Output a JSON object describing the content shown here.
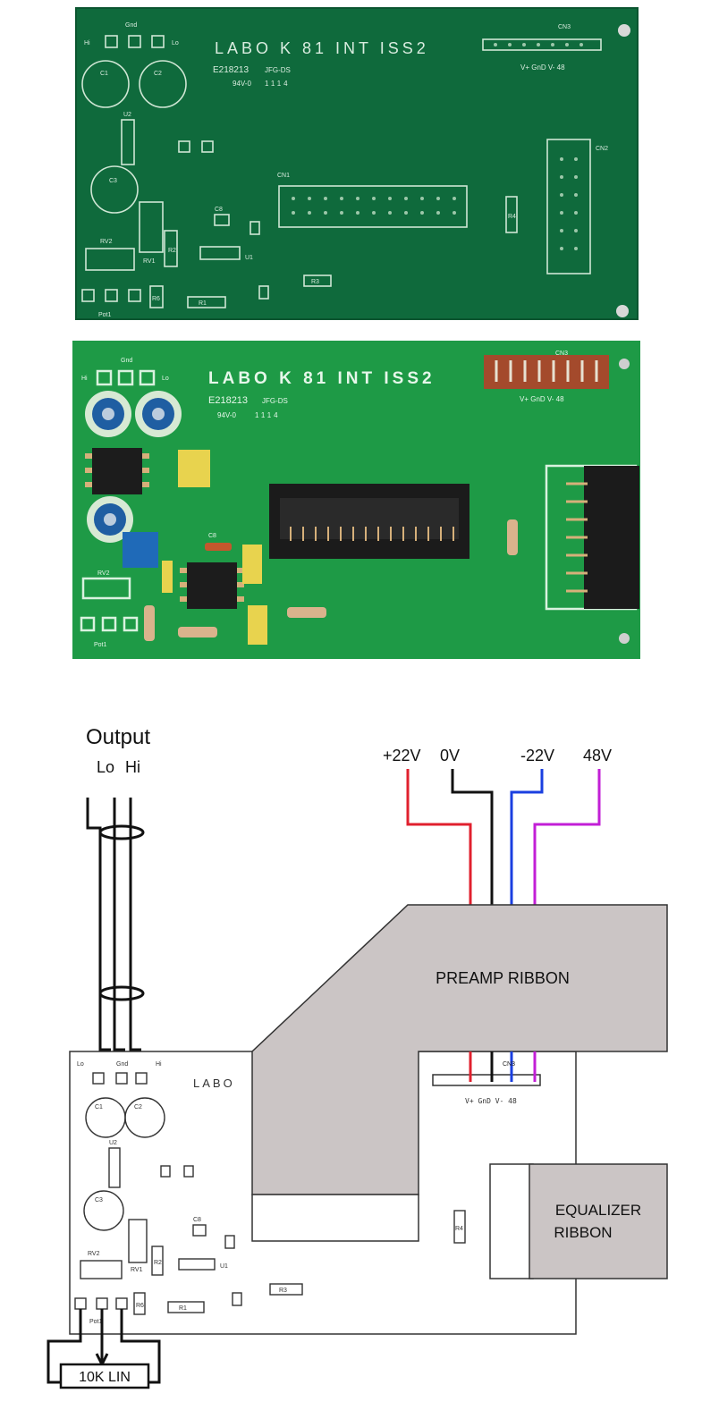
{
  "pcb_bare": {
    "title": "LABO K 81 INT ISS2",
    "code": "E218213",
    "code_suffix": "JFG-DS",
    "ul_mark": "94V-0",
    "date_code": "1114",
    "labels": {
      "gnd": "Gnd",
      "hi": "Hi",
      "lo": "Lo",
      "c1": "C1",
      "c2": "C2",
      "c3": "C3",
      "c8": "C8",
      "u1": "U1",
      "u2": "U2",
      "rv1": "RV1",
      "rv2": "RV2",
      "r1": "R1",
      "r2": "R2",
      "r3": "R3",
      "r4": "R4",
      "r6": "R6",
      "cn1": "CN1",
      "cn2": "CN2",
      "cn3": "CN3",
      "cn3_pins": "V+ GnD V-  48",
      "pot": "Pot1"
    }
  },
  "pcb_populated": {
    "title": "LABO K 81 INT ISS2",
    "code": "E218213",
    "code_suffix": "JFG-DS",
    "ul_mark": "94V-0",
    "date_code": "1114",
    "cn3_label": "CN3",
    "cn3_pins": "V+ GnD V- 48",
    "gnd": "Gnd",
    "hi": "Hi",
    "lo": "Lo",
    "rv2": "RV2",
    "c8": "C8",
    "pot": "Pot1"
  },
  "wiring": {
    "output_title": "Output",
    "output_lo": "Lo",
    "output_hi": "Hi",
    "supply_labels": [
      "+22V",
      "0V",
      "-22V",
      "48V"
    ],
    "preamp_ribbon": "PREAMP RIBBON",
    "equalizer_ribbon_line1": "EQUALIZER",
    "equalizer_ribbon_line2": "RIBBON",
    "pot_label": "10K LIN",
    "board": {
      "lo": "Lo",
      "gnd": "Gnd",
      "hi": "Hi",
      "title": "LABO",
      "cn3": "CN3",
      "cn3_pins": "V+  GnD  V-    48",
      "c1": "C1",
      "c2": "C2",
      "c3": "C3",
      "c8": "C8",
      "u1": "U1",
      "u2": "U2",
      "rv1": "RV1",
      "rv2": "RV2",
      "r1": "R1",
      "r2": "R2",
      "r3": "R3",
      "r4": "R4",
      "r6": "R6",
      "pot": "Pot1"
    },
    "colors": {
      "p22": "#e0202e",
      "zero": "#111111",
      "m22": "#1a3fe0",
      "v48": "#c21fd6",
      "ribbon": "#cbc5c5"
    }
  }
}
